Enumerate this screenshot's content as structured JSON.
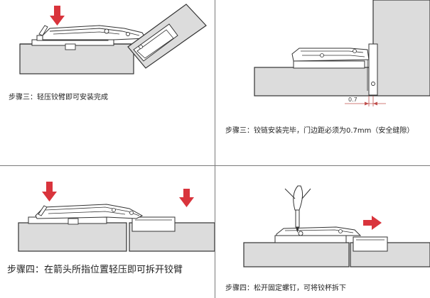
{
  "panels": {
    "top_left": {
      "caption": "步骤三：轻压铰臂即可安装完成"
    },
    "top_right": {
      "caption": "步骤三：铰链安装完毕，门边距必须为0.7mm（安全缝隙）",
      "dimension_label": "0.7"
    },
    "bottom_left": {
      "caption": "步骤四：在箭头所指位置轻压即可拆开铰臂"
    },
    "bottom_right": {
      "caption": "步骤四：松开固定螺钉，可将铰杯拆下"
    }
  },
  "colors": {
    "arrow": "#d9343c",
    "board_fill": "#dcdcdc",
    "outline": "#333333",
    "dimension": "#c0504d",
    "divider": "#7a7a7a"
  }
}
